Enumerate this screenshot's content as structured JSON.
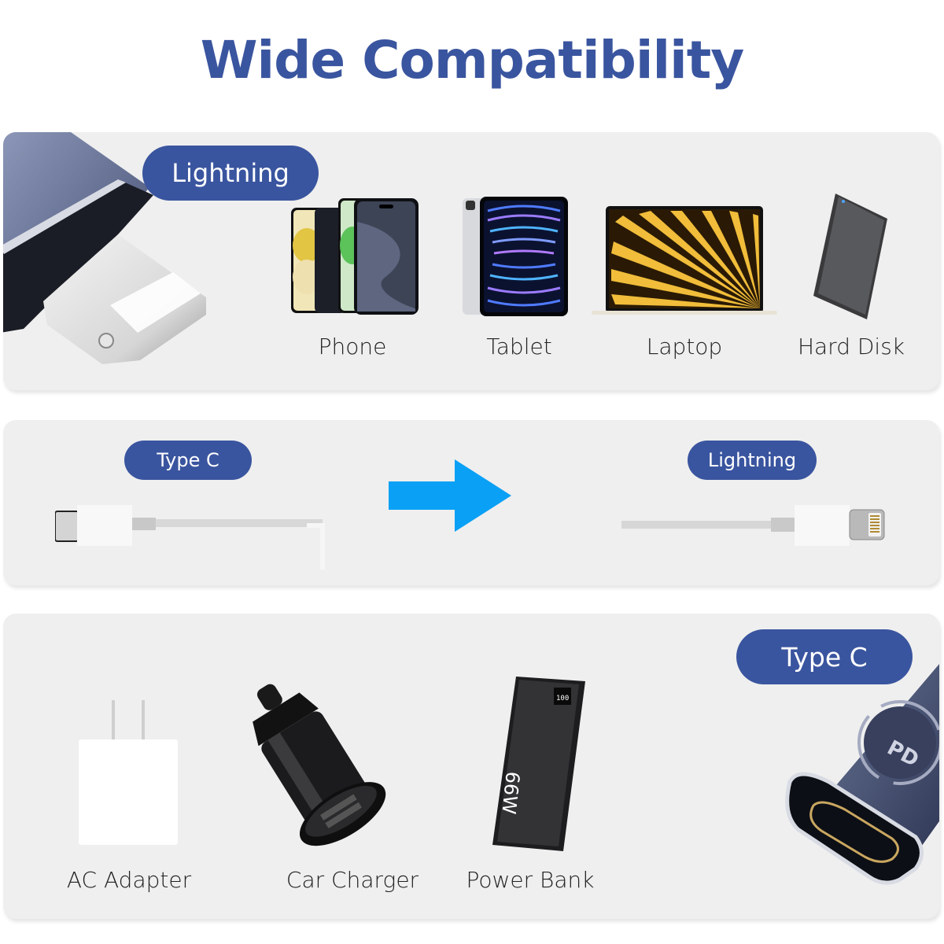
{
  "title": "Wide Compatibility",
  "colors": {
    "title": "#3a559f",
    "pill_bg": "#3a559f",
    "pill_text": "#ffffff",
    "panel_bg": "#efefef",
    "arrow": "#0aa0f5",
    "label_text": "#222222"
  },
  "sections": [
    {
      "badge": "Lightning",
      "connector_icon": "lightning-plug-adapter-icon",
      "devices": [
        {
          "label": "Phone",
          "icon": "phone-icon"
        },
        {
          "label": "Tablet",
          "icon": "tablet-icon"
        },
        {
          "label": "Laptop",
          "icon": "laptop-icon"
        },
        {
          "label": "Hard Disk",
          "icon": "hard-disk-icon"
        }
      ]
    },
    {
      "from_badge": "Type C",
      "to_badge": "Lightning",
      "from_icon": "usb-c-cable-icon",
      "arrow_icon": "arrow-right-icon",
      "to_icon": "lightning-cable-icon"
    },
    {
      "badge": "Type C",
      "connector_icon": "usb-c-female-adapter-icon",
      "connector_marking": "PD",
      "devices": [
        {
          "label": "AC Adapter",
          "icon": "ac-adapter-icon"
        },
        {
          "label": "Car Charger",
          "icon": "car-charger-icon"
        },
        {
          "label": "Power Bank",
          "icon": "power-bank-icon",
          "marking": "66W",
          "display": "100"
        }
      ]
    }
  ]
}
